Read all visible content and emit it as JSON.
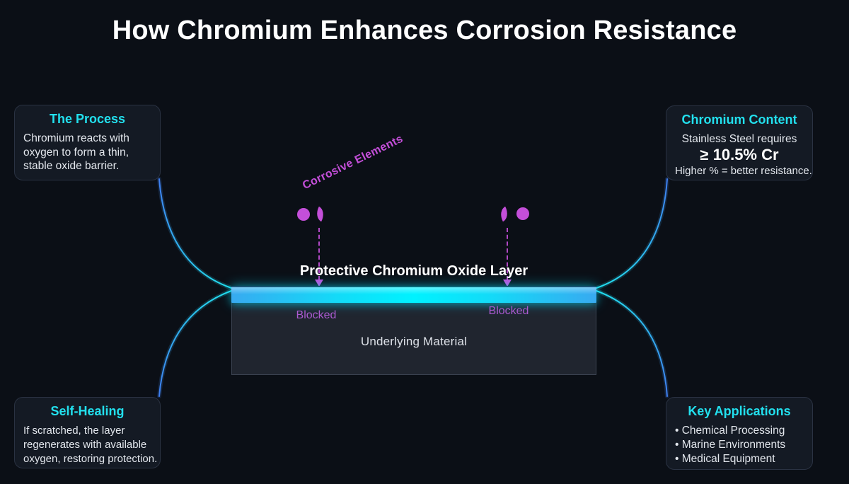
{
  "colors": {
    "background": "#0b0f16",
    "card_bg": "#141a24",
    "card_border": "#2a3242",
    "accent_cyan": "#22e0ee",
    "accent_blue": "#3f7ef0",
    "magenta": "#c44fd9",
    "blocked_text": "#ab5ad0",
    "text_primary": "#ffffff",
    "text_body": "#e3e7ed",
    "bar_edge": "#38aaf0",
    "bar_center": "#00f2ff",
    "material_bg": "#20252f",
    "material_border": "#3c4452"
  },
  "title": "How Chromium Enhances Corrosion Resistance",
  "cards": {
    "process": {
      "title": "The Process",
      "lines": [
        "Chromium reacts with",
        "oxygen to form a thin,",
        "stable oxide barrier."
      ]
    },
    "content": {
      "title": "Chromium Content",
      "line1": "Stainless Steel requires",
      "highlight": "≥ 10.5% Cr",
      "line2": "Higher % = better resistance."
    },
    "healing": {
      "title": "Self-Healing",
      "lines": [
        "If scratched, the layer",
        "regenerates with available",
        "oxygen, restoring protection."
      ]
    },
    "applications": {
      "title": "Key Applications",
      "items": [
        "• Chemical Processing",
        "• Marine Environments",
        "• Medical Equipment"
      ]
    }
  },
  "diagram": {
    "corrosive_label": "Corrosive Elements",
    "oxide_label": "Protective Chromium Oxide Layer",
    "blocked_left": "Blocked",
    "blocked_right": "Blocked",
    "material_label": "Underlying Material"
  }
}
